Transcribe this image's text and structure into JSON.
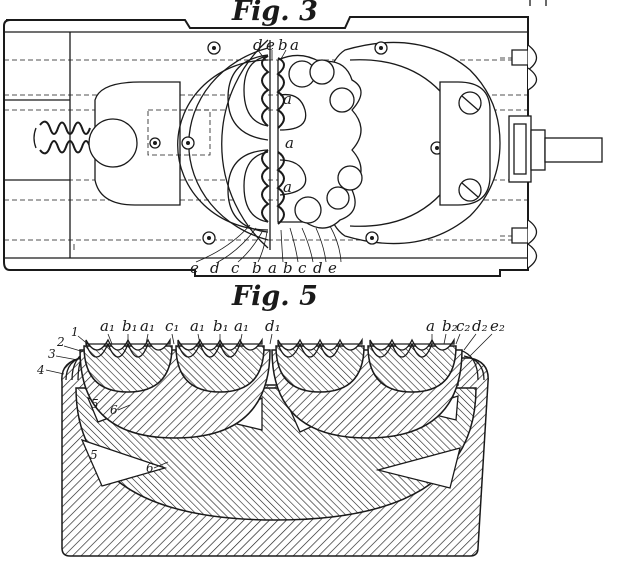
{
  "fig3": {
    "title": "Fig. 3",
    "top_labels": [
      "d",
      "e",
      "b",
      "a"
    ],
    "center_labels": [
      "a",
      "a",
      "a"
    ],
    "bottom_labels": [
      "e",
      "d",
      "c",
      "b",
      "a",
      "b",
      "c",
      "d",
      "e"
    ]
  },
  "fig5": {
    "title": "Fig. 5",
    "top_labels": [
      "a1",
      "b1",
      "a1",
      "c1",
      "a1",
      "b1",
      "a1",
      "d1",
      "a",
      "b2",
      "c2",
      "d2",
      "e2"
    ],
    "side_labels": [
      "1",
      "2",
      "3",
      "4"
    ],
    "inner_labels": [
      "5",
      "6",
      "5",
      "6"
    ]
  }
}
